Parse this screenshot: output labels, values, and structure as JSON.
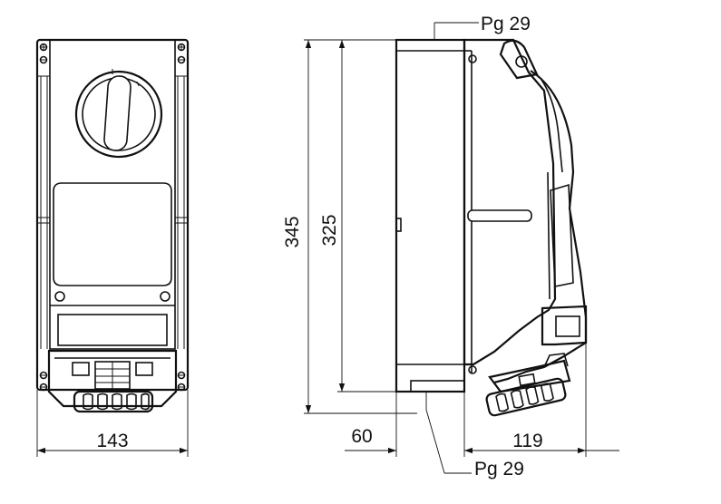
{
  "labels": {
    "pg_top": "Pg 29",
    "pg_bottom": "Pg 29",
    "width_front": "143",
    "height_overall": "345",
    "height_box": "325",
    "depth_rear": "60",
    "depth_front": "119"
  }
}
